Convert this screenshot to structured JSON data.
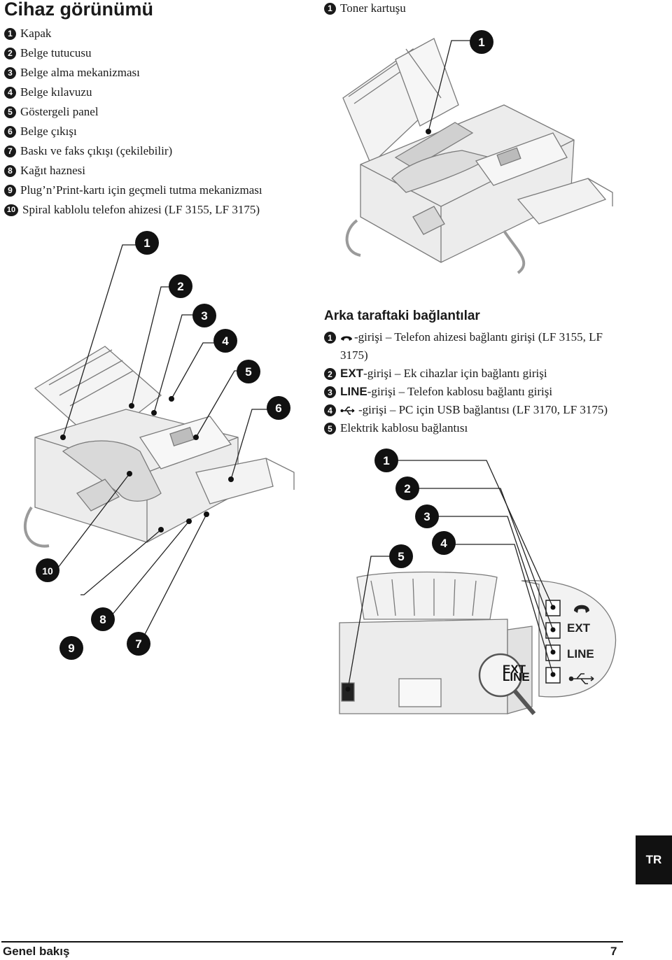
{
  "page": {
    "title": "Cihaz görünümü",
    "parts": [
      {
        "num": "1",
        "label": "Kapak"
      },
      {
        "num": "2",
        "label": "Belge tutucusu"
      },
      {
        "num": "3",
        "label": "Belge alma mekanizması"
      },
      {
        "num": "4",
        "label": "Belge kılavuzu"
      },
      {
        "num": "5",
        "label": "Göstergeli panel"
      },
      {
        "num": "6",
        "label": "Belge çıkışı"
      },
      {
        "num": "7",
        "label": "Baskı ve faks çıkışı (çekilebilir)"
      },
      {
        "num": "8",
        "label": "Kağıt haznesi"
      },
      {
        "num": "9",
        "label": "Plug’n’Print-kartı için geçmeli tutma mekanizması"
      },
      {
        "num": "10",
        "label": "Spiral kablolu telefon ahizesi  (LF 3155, LF 3175)"
      }
    ],
    "toner": {
      "num": "1",
      "label": "Toner kartuşu"
    },
    "rear": {
      "heading": "Arka taraftaki bağlantılar",
      "items": [
        {
          "num": "1",
          "prefix": "",
          "text": "-girişi – Telefon ahizesi bağlantı girişi (LF 3155, LF 3175)"
        },
        {
          "num": "2",
          "prefix": "EXT",
          "text": "-girişi – Ek cihazlar için bağlantı girişi"
        },
        {
          "num": "3",
          "prefix": "LINE",
          "text": "-girişi – Telefon kablosu bağlantı girişi"
        },
        {
          "num": "4",
          "prefix": "",
          "text": "-girişi – PC için USB bağlantısı (LF 3170, LF 3175)"
        },
        {
          "num": "5",
          "prefix": "",
          "text": "Elektrik kablosu bağlantısı"
        }
      ]
    },
    "figures": {
      "top_callouts": [
        "1"
      ],
      "front_callouts": [
        "1",
        "2",
        "3",
        "4",
        "5",
        "6",
        "7",
        "8",
        "9",
        "10"
      ],
      "rear_callouts": [
        "1",
        "2",
        "3",
        "4",
        "5"
      ],
      "port_labels": [
        "EXT",
        "LINE"
      ],
      "magnifier_labels": [
        "EXT",
        "LINE"
      ]
    },
    "tab": "TR",
    "footer": {
      "section": "Genel bakış",
      "page_number": "7"
    }
  }
}
